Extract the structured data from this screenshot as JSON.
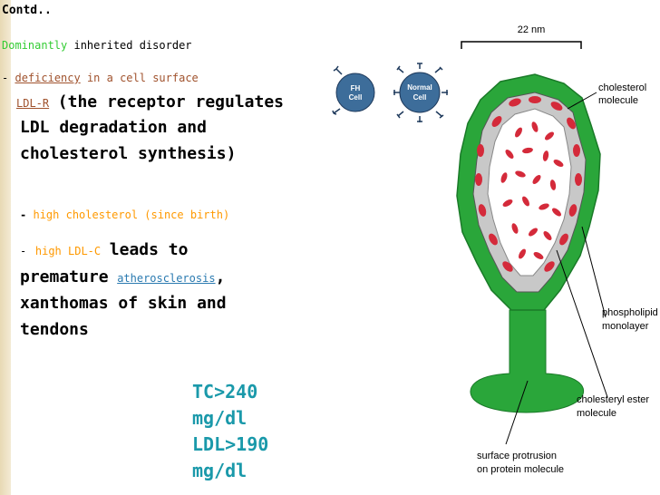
{
  "slide": {
    "title": "Contd..",
    "line1": {
      "colored": "Dominantly",
      "rest": "inherited disorder"
    },
    "line2": {
      "dash": "-",
      "colored1": "deficiency",
      "colored2": "in a cell surface"
    },
    "line3": {
      "colored": "LDL-R",
      "rest": "(the receptor regulates"
    },
    "line4": "LDL degradation and",
    "line5": "cholesterol synthesis)",
    "bullet1": {
      "dash": "-",
      "text": "high cholesterol (since birth)"
    },
    "bullet2": {
      "dash": "-",
      "colored": "high LDL-C",
      "rest": "leads to"
    },
    "line6": {
      "pre": "premature",
      "link": "atherosclerosis",
      "post": ","
    },
    "line7": "xanthomas of skin and",
    "line8": "tendons",
    "values": [
      "TC>240",
      "mg/dl",
      "LDL>190",
      "mg/dl"
    ]
  },
  "figure": {
    "cell_fh": [
      "FH",
      "Cell"
    ],
    "cell_normal": [
      "Normal",
      "Cell"
    ],
    "scale": "22 nm",
    "labels": {
      "cholesterol": [
        "cholesterol",
        "molecule"
      ],
      "phospholipid": [
        "phospholipid",
        "monolayer"
      ],
      "ester": [
        "cholesteryl ester",
        "molecule"
      ],
      "protrusion": [
        "surface protrusion",
        "on protein molecule"
      ]
    }
  }
}
